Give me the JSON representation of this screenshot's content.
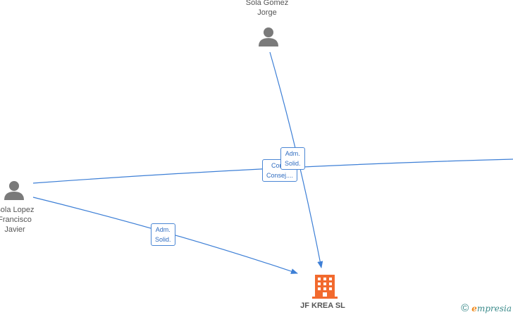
{
  "nodes": {
    "person_top": {
      "label": "Sola Gomez\nJorge",
      "icon": "person-icon"
    },
    "person_left": {
      "label": "Sola Lopez\nFrancisco\nJavier",
      "icon": "person-icon"
    },
    "company": {
      "label": "JF KREA  SL",
      "icon": "building-icon"
    }
  },
  "edges": {
    "top_to_company": {
      "label": "Adm.\nSolid."
    },
    "left_to_right": {
      "label": "Con...\nConsej...."
    },
    "left_to_company": {
      "label": "Adm.\nSolid."
    }
  },
  "brand": {
    "symbol": "©",
    "letter": "e",
    "word": "mpresia"
  },
  "colors": {
    "edge": "#3d7fd6",
    "person": "#7a7a7a",
    "company": "#f26a2e",
    "text": "#555555"
  }
}
